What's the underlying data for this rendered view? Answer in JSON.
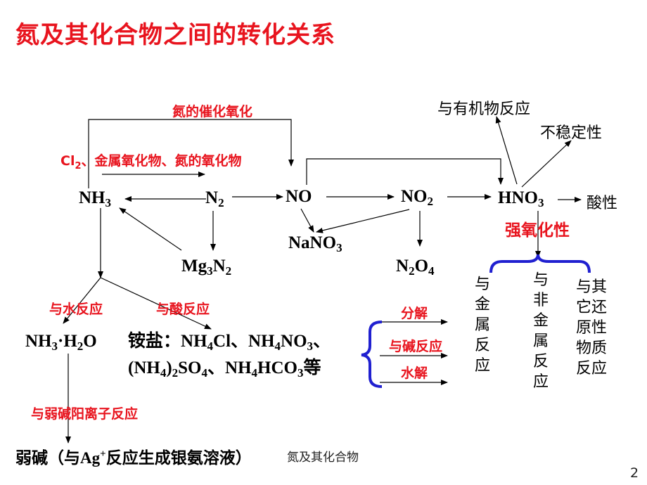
{
  "title": "氮及其化合物之间的转化关系",
  "labels": {
    "catalytic_oxidation": "氮的催化氧化",
    "cl2_prefix": "Cl",
    "cl2_sub": "2",
    "cl2_suffix": "、金属氧化物、氮的氧化物",
    "with_organics": "与有机物反应",
    "instability": "不稳定性",
    "acidity": "酸性",
    "strong_oxidizing": "强氧化性",
    "react_metals": "与金属反应",
    "react_nonmetals": "与非金属反应",
    "react_reducing": "与其它还原性物质反应",
    "react_water": "与水反应",
    "react_acid": "与酸反应",
    "decompose": "分解",
    "react_base": "与碱反应",
    "hydrolysis": "水解",
    "react_weak_base_cation": "与弱碱阳离子反应",
    "footer_caption": "氮及其化合物",
    "page_number": "2"
  },
  "species": {
    "nh3": {
      "a": "NH",
      "b": "3"
    },
    "n2": {
      "a": "N",
      "b": "2"
    },
    "no": "NO",
    "no2": {
      "a": "NO",
      "b": "2"
    },
    "hno3": {
      "a": "HNO",
      "b": "3"
    },
    "nano3": {
      "a": "NaNO",
      "b": "3"
    },
    "mg3n2": {
      "a": "Mg",
      "b": "3",
      "c": "N",
      "d": "2"
    },
    "n2o4": {
      "a": "N",
      "b": "2",
      "c": "O",
      "d": "4"
    },
    "nh3h2o": {
      "a": "NH",
      "b": "3",
      "c": "·H",
      "d": "2",
      "e": "O"
    }
  },
  "ammonium_salts": {
    "prefix": "铵盐：",
    "line1": {
      "a": "NH",
      "b": "4",
      "c": "Cl、NH",
      "d": "4",
      "e": "NO",
      "f": "3",
      "g": "、"
    },
    "line2": {
      "a": "(NH",
      "b": "4",
      "c": ")",
      "d": "2",
      "e": "SO",
      "f": "4",
      "g": "、NH",
      "h": "4",
      "i": "HCO",
      "j": "3",
      "k": "等"
    }
  },
  "weak_base": {
    "a": "弱碱（与Ag",
    "sup": "+",
    "b": "反应生成银氨溶液）"
  },
  "colors": {
    "accent_red": "#e8141e",
    "brace_blue": "#2020d0",
    "text": "#000000"
  }
}
